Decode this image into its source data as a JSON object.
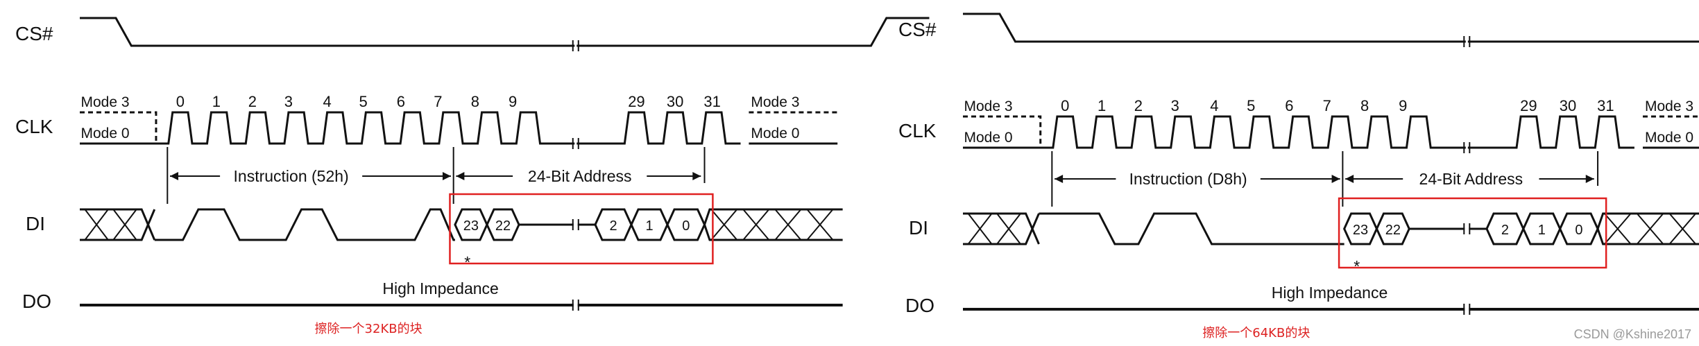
{
  "signals": {
    "cs": "CS#",
    "clk": "CLK",
    "di": "DI",
    "do": "DO"
  },
  "modes": {
    "mode3": "Mode 3",
    "mode0": "Mode 0"
  },
  "clock_numbers": [
    "0",
    "1",
    "2",
    "3",
    "4",
    "5",
    "6",
    "7",
    "8",
    "9",
    "29",
    "30",
    "31"
  ],
  "high_impedance": "High Impedance",
  "address_label": "24-Bit Address",
  "address_bits": [
    "23",
    "22",
    "2",
    "1",
    "0"
  ],
  "asterisk": "*",
  "diagrams": [
    {
      "instruction_label": "Instruction (52h)",
      "caption": "擦除一个32KB的块"
    },
    {
      "instruction_label": "Instruction (D8h)",
      "caption": "擦除一个64KB的块"
    }
  ],
  "watermark": "CSDN @Kshine2017",
  "colors": {
    "highlight_box": "#e02020",
    "caption": "#d22222",
    "line": "#111111"
  }
}
